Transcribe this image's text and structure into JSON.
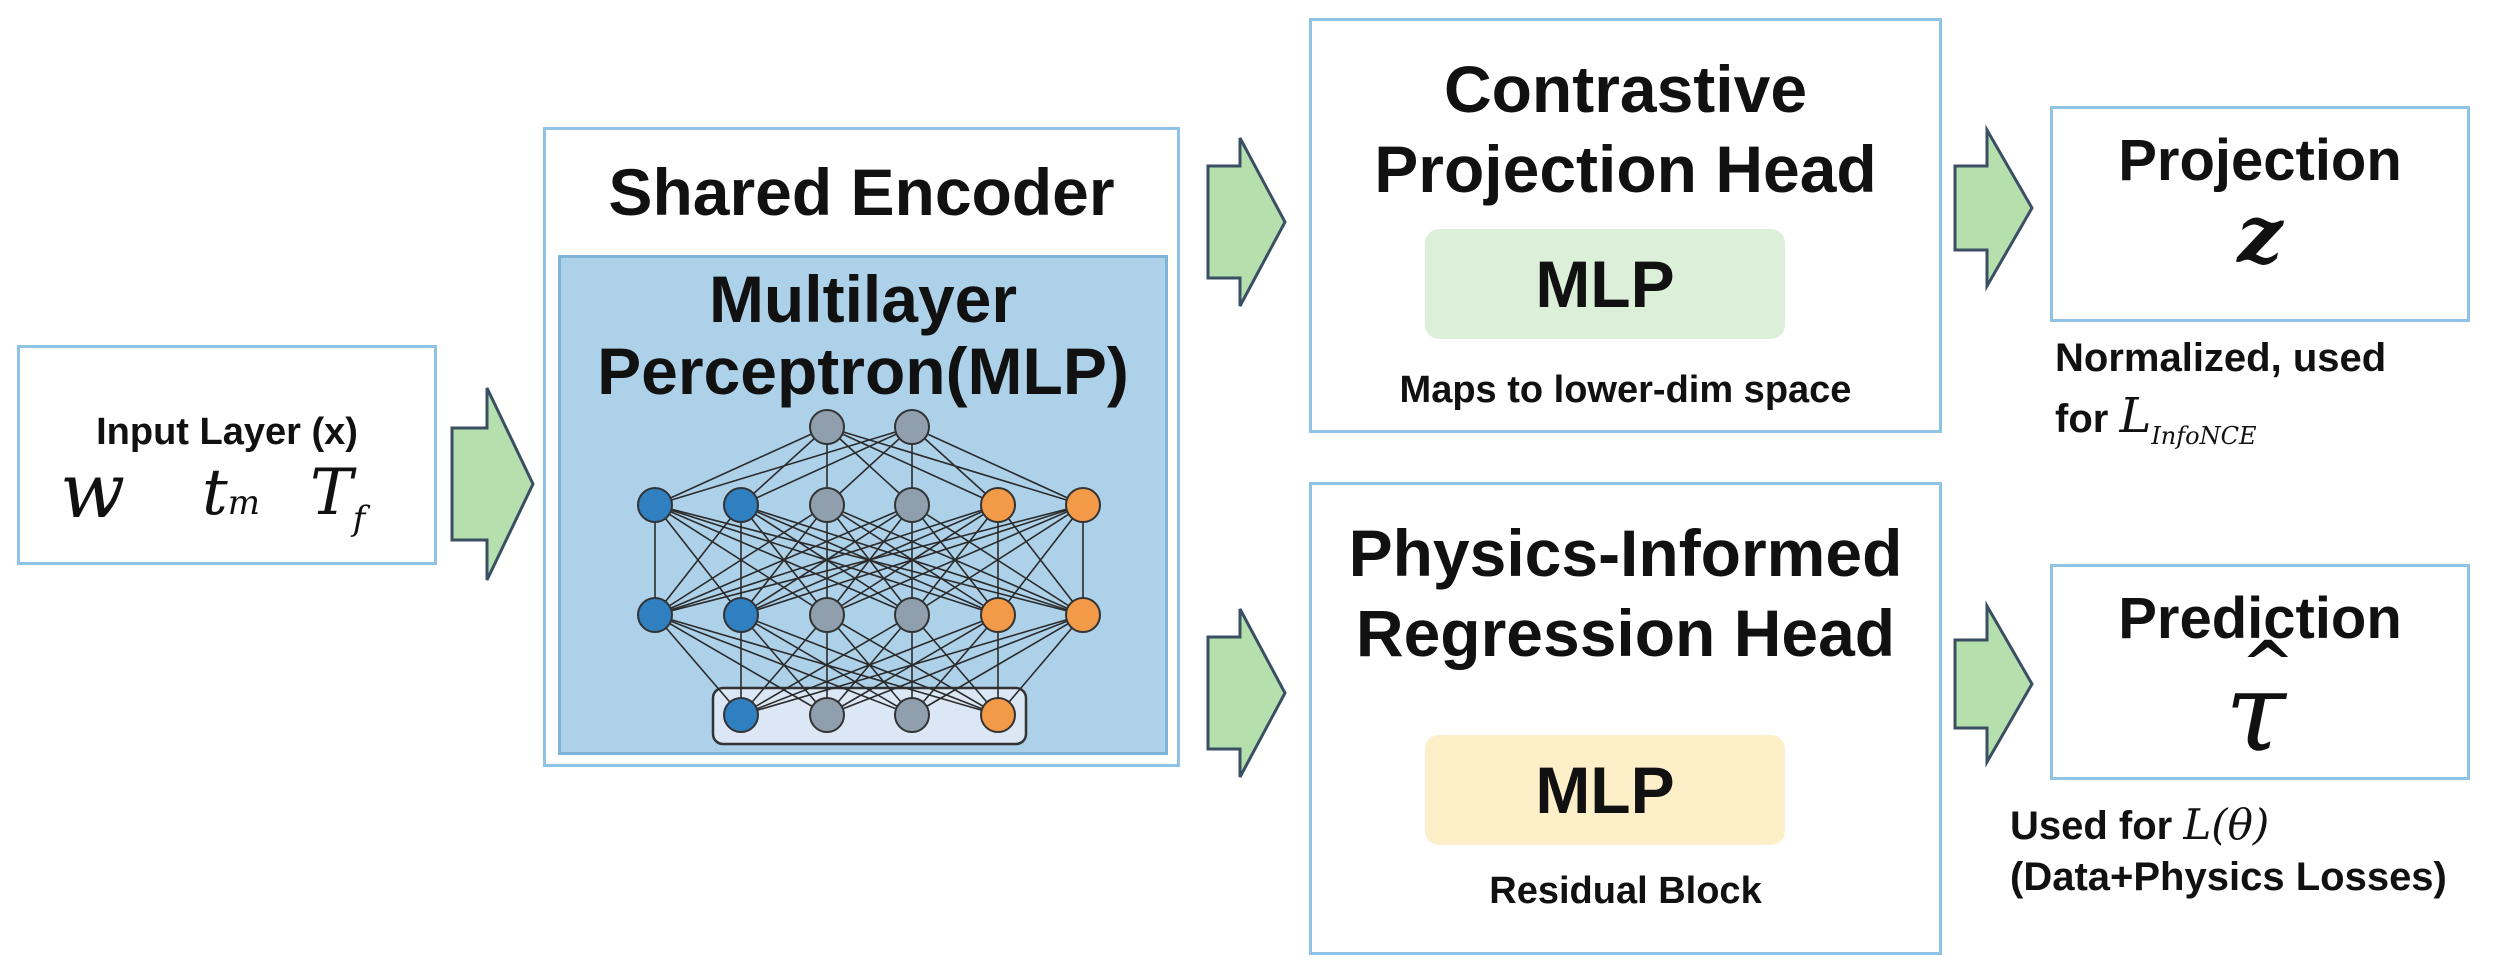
{
  "input": {
    "title": "Input Layer (x)",
    "symbols": [
      {
        "base": "w",
        "sub": ""
      },
      {
        "base": "t",
        "sub": "m"
      },
      {
        "base": "T",
        "sub": "f"
      }
    ]
  },
  "encoder": {
    "title": "Shared Encoder",
    "inner_title_line1": "Multilayer",
    "inner_title_line2": "Perceptron(MLP)"
  },
  "contrastive": {
    "title_line1": "Contrastive",
    "title_line2": "Projection Head",
    "mlp_label": "MLP",
    "caption": "Maps to lower-dim space"
  },
  "regression": {
    "title_line1": "Physics-Informed",
    "title_line2": "Regression Head",
    "mlp_label": "MLP",
    "caption": "Residual Block"
  },
  "projection": {
    "title": "Projection",
    "symbol": "z",
    "caption_line1": "Normalized, used",
    "caption_prefix": "for ",
    "loss_base": "L",
    "loss_sub": "InfoNCE"
  },
  "prediction": {
    "title": "Prediction",
    "symbol": "τ",
    "hat": "^",
    "caption_prefix": "Used for ",
    "loss": "L(θ)",
    "caption_line2": "(Data+Physics Losses)"
  },
  "colors": {
    "box_border": "#8ec3e6",
    "encoder_fill": "#aed1ea",
    "arrow_fill": "#b5e0ae",
    "arrow_stroke": "#3a4f63",
    "mlp_green": "#dcefd9",
    "mlp_yellow": "#fdf0c8",
    "node_blue": "#2f7fc1",
    "node_gray": "#8f9fae",
    "node_orange": "#f29a48"
  }
}
